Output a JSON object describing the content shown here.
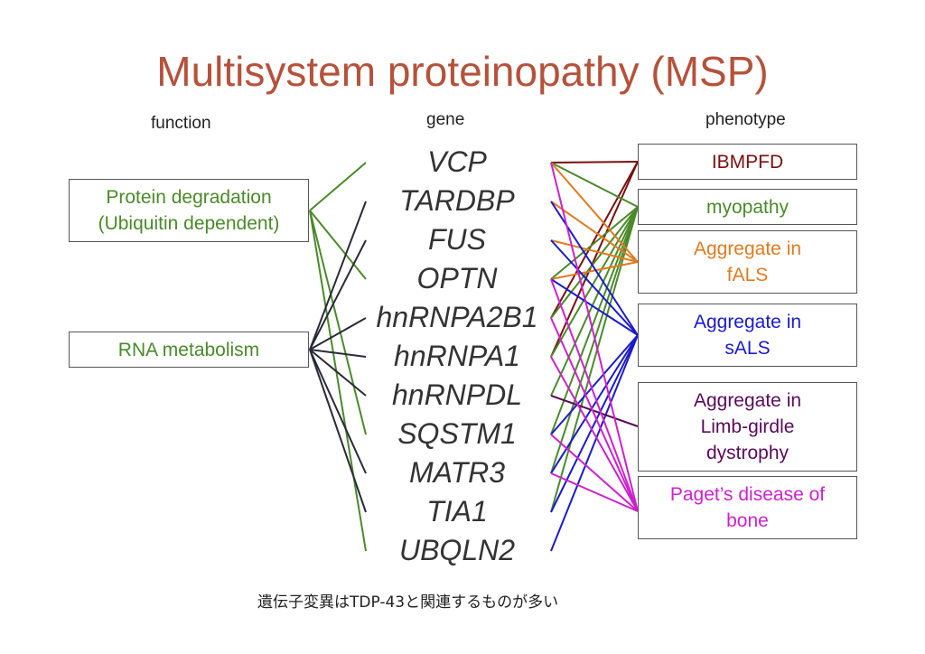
{
  "title": "Multisystem proteinopathy (MSP)",
  "headers": {
    "function": "function",
    "gene": "gene",
    "phenotype": "phenotype"
  },
  "functions": [
    {
      "id": "protein",
      "lines": [
        "Protein degradation",
        "(Ubiquitin dependent)"
      ],
      "color": "#4a8a2a"
    },
    {
      "id": "rna",
      "lines": [
        "RNA metabolism"
      ],
      "color": "#4a8a2a"
    }
  ],
  "genes": [
    "VCP",
    "TARDBP",
    "FUS",
    "OPTN",
    "hnRNPA2B1",
    "hnRNPA1",
    "hnRNPDL",
    "SQSTM1",
    "MATR3",
    "TIA1",
    "UBQLN2"
  ],
  "phenotypes": [
    {
      "id": "ibmpfd",
      "lines": [
        "IBMPFD"
      ],
      "color": "#7a1010"
    },
    {
      "id": "myopathy",
      "lines": [
        "myopathy"
      ],
      "color": "#4a8a2a"
    },
    {
      "id": "fals",
      "lines": [
        "Aggregate in",
        "fALS"
      ],
      "color": "#e07a20"
    },
    {
      "id": "sals",
      "lines": [
        "Aggregate in",
        "sALS"
      ],
      "color": "#1a1acc"
    },
    {
      "id": "lgd",
      "lines": [
        "Aggregate in",
        "Limb-girdle",
        "dystrophy"
      ],
      "color": "#5a0a5a"
    },
    {
      "id": "paget",
      "lines": [
        "Paget’s disease of",
        "bone"
      ],
      "color": "#cc22cc"
    }
  ],
  "colors": {
    "protein_link": "#4a8a2a",
    "rna_link": "#2a2a38",
    "ibmpfd": "#7a1010",
    "myopathy": "#4a8a2a",
    "fals": "#e07a20",
    "sals": "#1a1acc",
    "lgd": "#5a0a5a",
    "paget": "#cc22cc"
  },
  "function_gene_links": {
    "protein": [
      "VCP",
      "OPTN",
      "SQSTM1",
      "UBQLN2"
    ],
    "rna": [
      "TARDBP",
      "FUS",
      "hnRNPA2B1",
      "hnRNPA1",
      "hnRNPDL",
      "MATR3",
      "TIA1"
    ]
  },
  "gene_phenotype_links": {
    "ibmpfd": [
      "VCP",
      "hnRNPA2B1",
      "hnRNPA1"
    ],
    "myopathy": [
      "VCP",
      "OPTN",
      "hnRNPA2B1",
      "hnRNPA1",
      "hnRNPDL",
      "SQSTM1",
      "MATR3",
      "TIA1"
    ],
    "fals": [
      "VCP",
      "TARDBP",
      "FUS",
      "OPTN"
    ],
    "sals": [
      "TARDBP",
      "FUS",
      "OPTN",
      "SQSTM1",
      "MATR3",
      "TIA1",
      "UBQLN2"
    ],
    "lgd": [
      "hnRNPDL"
    ],
    "paget": [
      "VCP",
      "OPTN",
      "hnRNPA2B1",
      "hnRNPA1",
      "SQSTM1",
      "MATR3"
    ]
  },
  "footnote": "遺伝子変異はTDP-43と関連するものが多い"
}
